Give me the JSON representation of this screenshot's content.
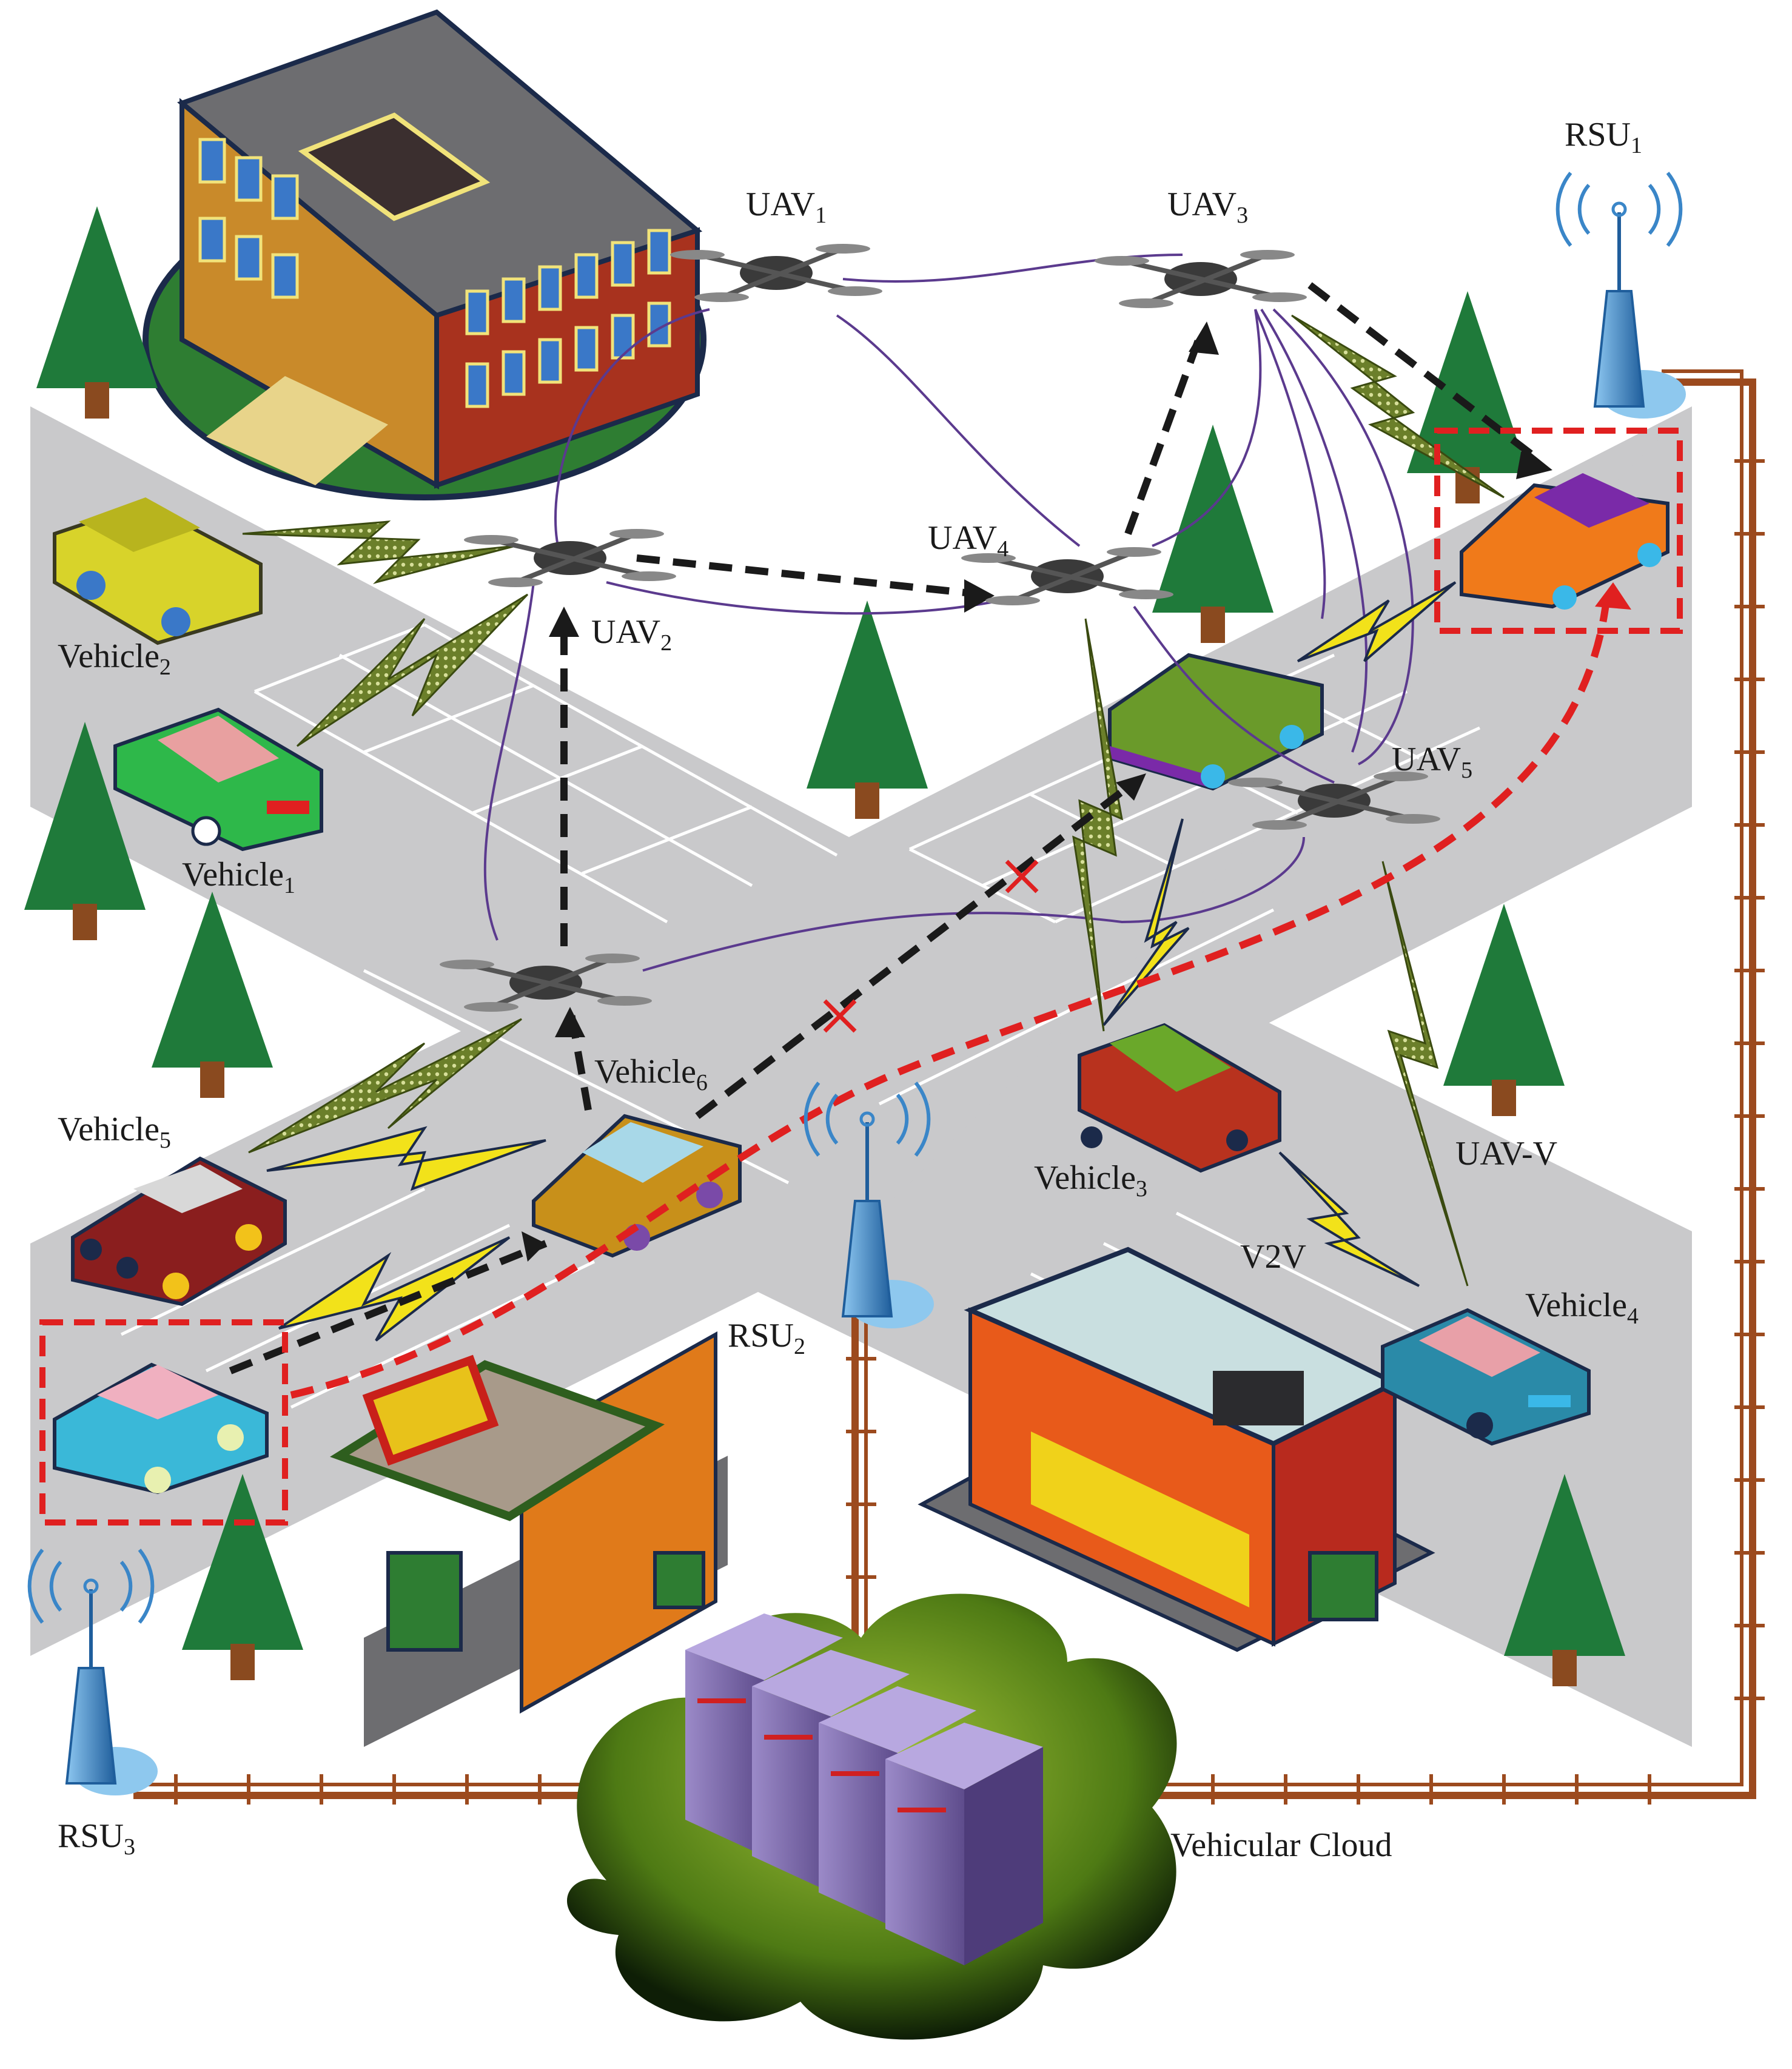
{
  "labels": {
    "uav1": {
      "base": "UAV",
      "sub": "1"
    },
    "uav2": {
      "base": "UAV",
      "sub": "2"
    },
    "uav3": {
      "base": "UAV",
      "sub": "3"
    },
    "uav4": {
      "base": "UAV",
      "sub": "4"
    },
    "uav5": {
      "base": "UAV",
      "sub": "5"
    },
    "rsu1": {
      "base": "RSU",
      "sub": "1"
    },
    "rsu2": {
      "base": "RSU",
      "sub": "2"
    },
    "rsu3": {
      "base": "RSU",
      "sub": "3"
    },
    "vehicle1": {
      "base": "Vehicle",
      "sub": "1"
    },
    "vehicle2": {
      "base": "Vehicle",
      "sub": "2"
    },
    "vehicle3": {
      "base": "Vehicle",
      "sub": "3"
    },
    "vehicle4": {
      "base": "Vehicle",
      "sub": "4"
    },
    "vehicle5": {
      "base": "Vehicle",
      "sub": "5"
    },
    "vehicle6": {
      "base": "Vehicle",
      "sub": "6"
    },
    "uav_v": "UAV-V",
    "v2v": "V2V",
    "cloud": "Vehicular Cloud"
  },
  "colors": {
    "road": "#c9c9cb",
    "tree": "#1f7a3a",
    "trunk": "#8a4a1f",
    "wire": "#9c4a1e",
    "uav_link": "#5b3a8e",
    "route_black": "#1a1a1a",
    "route_red": "#e02020",
    "link_zig_green": "#6b7f2a",
    "link_zig_yellow": "#f2e21a",
    "rsu": "#3a86c8",
    "server": "#7f6aa8",
    "cloud_green": "#6a9a1f"
  }
}
